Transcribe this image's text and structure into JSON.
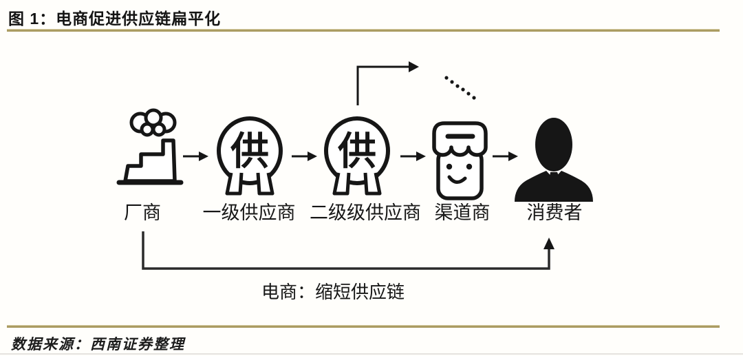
{
  "figure": {
    "title": "图 1：电商促进供应链扁平化",
    "source": "数据来源：西南证券整理"
  },
  "colors": {
    "accent_line": "#ab9c62",
    "ink": "#161616",
    "background": "#fffefb"
  },
  "diagram": {
    "nodes": [
      {
        "id": "factory",
        "label": "厂商",
        "icon": "factory-icon"
      },
      {
        "id": "tier1-supplier",
        "label": "一级供应商",
        "icon": "supplier-circle-icon",
        "glyph": "供"
      },
      {
        "id": "tier2-supplier",
        "label": "二级级供应商",
        "icon": "supplier-circle-icon",
        "glyph": "供"
      },
      {
        "id": "channel",
        "label": "渠道商",
        "icon": "storefront-icon"
      },
      {
        "id": "consumer",
        "label": "消费者",
        "icon": "consumer-icon"
      }
    ],
    "flow_arrows": 4,
    "skip_dots": "······",
    "bypass": {
      "label": "电商：缩短供应链"
    }
  }
}
